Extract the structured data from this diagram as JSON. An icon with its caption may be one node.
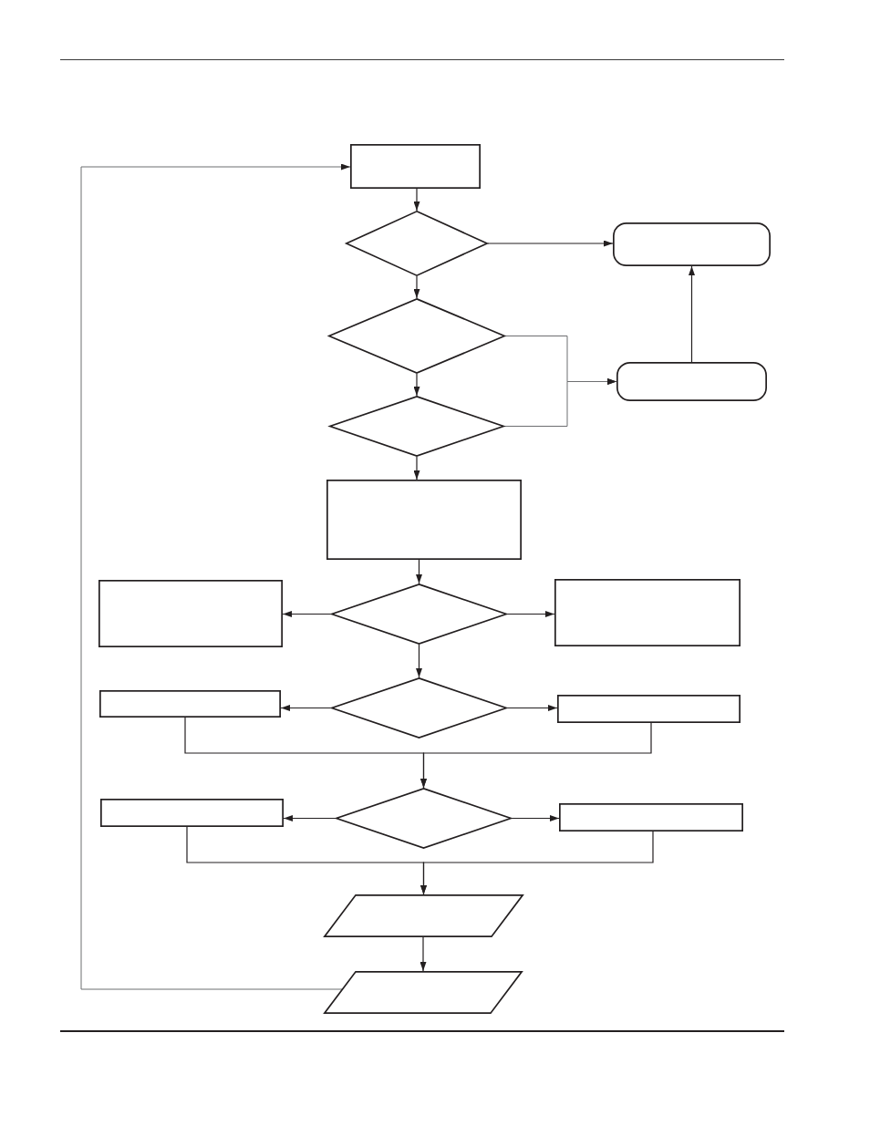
{
  "diagram": {
    "nodes": [
      {
        "text": [],
        "shape": "box"
      },
      {
        "text": [],
        "shape": "diamond"
      },
      {
        "text": [],
        "shape": "rounded"
      },
      {
        "text": [],
        "shape": "diamond"
      },
      {
        "text": [],
        "shape": "rounded"
      },
      {
        "text": [],
        "shape": "diamond"
      },
      {
        "text": [],
        "shape": "box"
      },
      {
        "text": [],
        "shape": "box"
      },
      {
        "text": [],
        "shape": "diamond"
      },
      {
        "text": [],
        "shape": "box"
      },
      {
        "text": [],
        "shape": "box"
      },
      {
        "text": [],
        "shape": "diamond"
      },
      {
        "text": [],
        "shape": "box"
      },
      {
        "text": [],
        "shape": "box"
      },
      {
        "text": [],
        "shape": "diamond"
      },
      {
        "text": [],
        "shape": "box"
      },
      {
        "text": [],
        "shape": "parallelogram"
      },
      {
        "text": [],
        "shape": "parallelogram"
      }
    ],
    "edges": [
      {
        "from": 0,
        "to": 1,
        "arrow": "to"
      },
      {
        "from": 1,
        "to": 2,
        "arrow": "to"
      },
      {
        "from": 1,
        "to": 3,
        "arrow": "to"
      },
      {
        "from": 3,
        "to": 4,
        "arrow": "to",
        "color": "#6d6e71"
      },
      {
        "from": 5,
        "to": 4,
        "arrow": "to",
        "color": "#6d6e71"
      },
      {
        "from": 4,
        "to": 2,
        "arrow": "to"
      },
      {
        "from": 3,
        "to": 5,
        "arrow": "to"
      },
      {
        "from": 5,
        "to": 6,
        "arrow": "to"
      },
      {
        "from": 6,
        "to": 8,
        "arrow": "to"
      },
      {
        "from": 8,
        "to": 7,
        "arrow": "to"
      },
      {
        "from": 8,
        "to": 9,
        "arrow": "to"
      },
      {
        "from": 8,
        "to": 11,
        "arrow": "to"
      },
      {
        "from": 11,
        "to": 10,
        "arrow": "to"
      },
      {
        "from": 11,
        "to": 12,
        "arrow": "to"
      },
      {
        "from": 10,
        "to": 14,
        "arrow": "to"
      },
      {
        "from": 12,
        "to": 14,
        "arrow": "to"
      },
      {
        "from": 14,
        "to": 13,
        "arrow": "to"
      },
      {
        "from": 14,
        "to": 15,
        "arrow": "to"
      },
      {
        "from": 13,
        "to": 16,
        "arrow": "to"
      },
      {
        "from": 15,
        "to": 16,
        "arrow": "to"
      },
      {
        "from": 16,
        "to": 17,
        "arrow": "to"
      },
      {
        "from": 17,
        "to": 0,
        "arrow": "to",
        "color": "#6d6e71"
      }
    ]
  }
}
